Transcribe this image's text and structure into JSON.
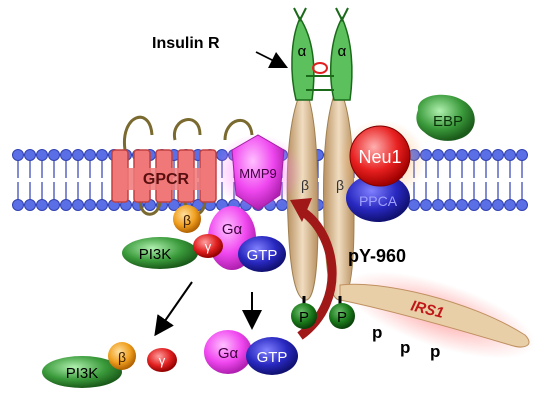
{
  "labels": {
    "insulin_receptor": "Insulin R",
    "alpha": "α",
    "beta": "β",
    "gpcr": "GPCR",
    "mmp9": "MMP9",
    "neu1": "Neu1",
    "ebp": "EBP",
    "ppca": "PPCA",
    "pi3k": "PI3K",
    "beta_small": "β",
    "gamma_small": "γ",
    "g_alpha": "Gα",
    "gtp": "GTP",
    "py960": "pY-960",
    "phospho": "P",
    "irs1": "IRS1",
    "p": "p"
  },
  "colors": {
    "membrane_head": "#5a6ee6",
    "membrane_tail": "#3040b0",
    "gpcr": "#f07878",
    "mmp9": "#f048f0",
    "neu1": "#e82020",
    "ebp": "#5cc05c",
    "ppca": "#2828c8",
    "receptor_body": "#d8b890",
    "alpha_subunit": "#3a9a3a",
    "pi3k": "#3a9a3a",
    "beta_ball": "#f0a020",
    "gamma_ball": "#e02020",
    "g_alpha": "#f048f0",
    "gtp": "#2828a8",
    "phospho_ball": "#1a7a1a",
    "arrow_red": "#a01818",
    "irs1_text": "#c01818"
  }
}
